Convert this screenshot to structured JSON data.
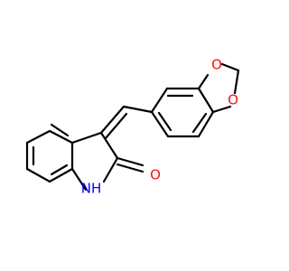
{
  "molecule": {
    "atoms": {
      "O1": {
        "element": "O",
        "text": "O",
        "color": "#ff0d0d"
      },
      "O2": {
        "element": "O",
        "text": "O",
        "color": "#ff0d0d"
      },
      "O3": {
        "element": "O",
        "text": "O",
        "color": "#ff0d0d"
      },
      "N1": {
        "element": "N",
        "text": "NH",
        "color": "#0000ff"
      }
    },
    "bond_color": "#000000"
  }
}
